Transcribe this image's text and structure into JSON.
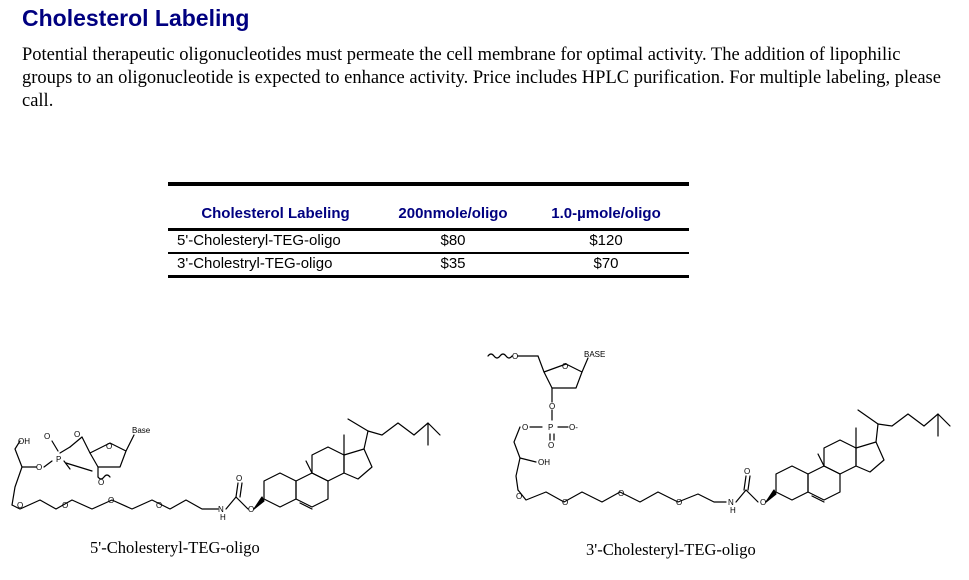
{
  "page": {
    "title": "Cholesterol Labeling",
    "intro": "Potential therapeutic oligonucleotides must permeate the cell membrane for optimal activity.  The addition of lipophilic groups to an oligonucleotide is expected to enhance activity.  Price includes HPLC purification.  For multiple labeling, please call."
  },
  "table": {
    "headers": [
      "Cholesterol Labeling",
      "200nmole/oligo",
      "1.0-µmole/oligo"
    ],
    "rows": [
      {
        "name": "5'-Cholesteryl-TEG-oligo",
        "price_200nmole": "$80",
        "price_1umole": "$120"
      },
      {
        "name": "3'-Cholestryl-TEG-oligo",
        "price_200nmole": "$35",
        "price_1umole": "$70"
      }
    ]
  },
  "structures": {
    "left": {
      "caption": "5'-Cholesteryl-TEG-oligo",
      "atoms": {
        "oh": "OH",
        "o": "O",
        "p": "P",
        "base": "Base",
        "n": "N",
        "h": "H"
      }
    },
    "right": {
      "caption": "3'-Cholesteryl-TEG-oligo",
      "atoms": {
        "oh": "OH",
        "o": "O",
        "p": "P",
        "o_minus": "O-",
        "base": "BASE",
        "n": "N",
        "h": "H"
      }
    }
  },
  "colors": {
    "heading": "#000080",
    "text": "#000000",
    "rule": "#000000"
  }
}
